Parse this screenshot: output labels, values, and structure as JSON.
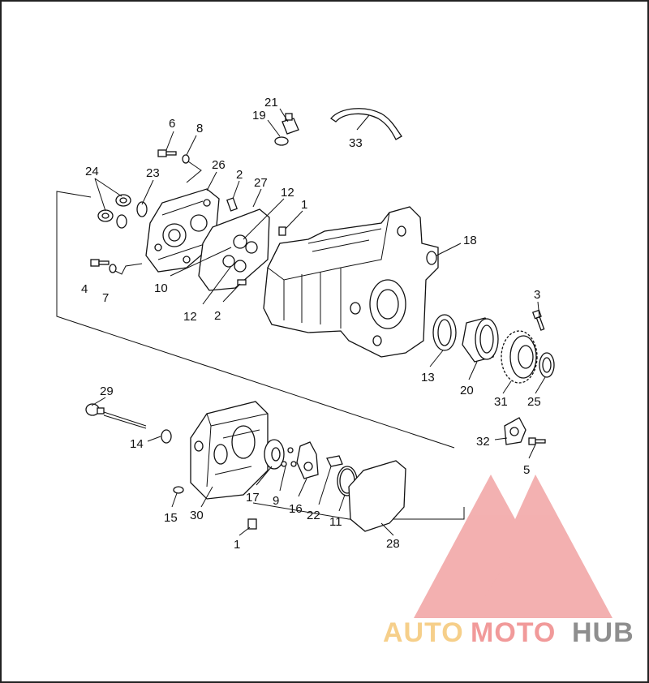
{
  "callouts": {
    "c1a": "1",
    "c1b": "1",
    "c2a": "2",
    "c2b": "2",
    "c3": "3",
    "c4": "4",
    "c5": "5",
    "c6": "6",
    "c7": "7",
    "c8": "8",
    "c9": "9",
    "c10": "10",
    "c11": "11",
    "c12a": "12",
    "c12b": "12",
    "c13": "13",
    "c14": "14",
    "c15": "15",
    "c16": "16",
    "c17": "17",
    "c18": "18",
    "c19": "19",
    "c20": "20",
    "c21": "21",
    "c22": "22",
    "c23": "23",
    "c24": "24",
    "c25": "25",
    "c26": "26",
    "c27": "27",
    "c28": "28",
    "c29": "29",
    "c30": "30",
    "c31": "31",
    "c32": "32",
    "c33": "33"
  },
  "watermark": {
    "auto": "AUTO",
    "moto": "MOTO",
    "hub": "HUB",
    "colors": {
      "auto": "#f6cf8a",
      "moto": "#f19a9a",
      "hub": "#8e8e8e",
      "logo": "#f1a3a3"
    }
  }
}
